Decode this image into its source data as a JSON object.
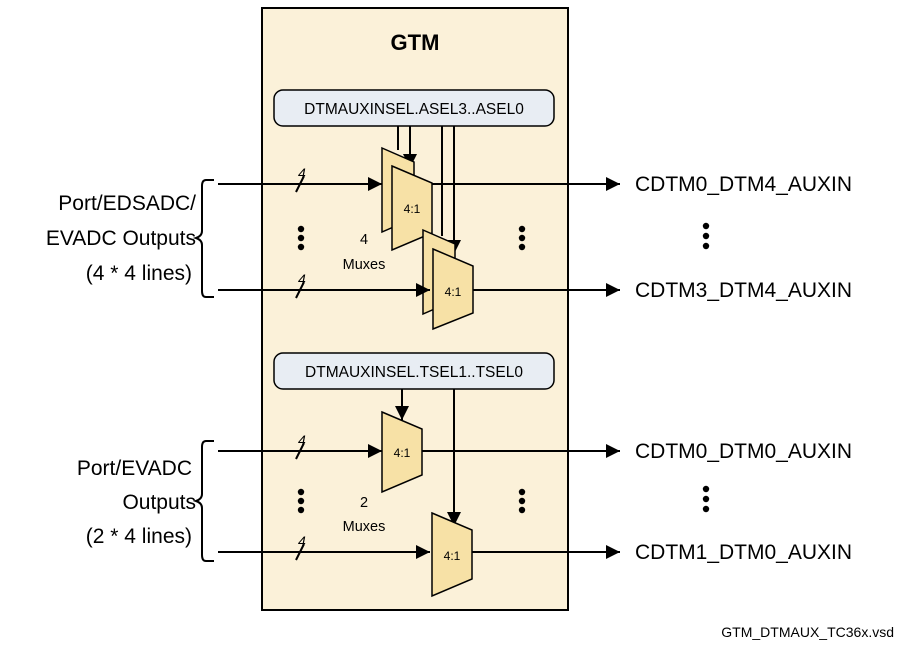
{
  "title": "GTM",
  "colors": {
    "block_fill": "#fbf1d9",
    "mux_fill": "#f7e1a6",
    "selector_fill": "#e8edf3"
  },
  "selectors": {
    "top": "DTMAUXINSEL.ASEL3..ASEL0",
    "bottom": "DTMAUXINSEL.TSEL1..TSEL0"
  },
  "mux_label": "4:1",
  "bus_width": "4",
  "groups": {
    "top": {
      "input_lines": [
        "Port/EDSADC/",
        "EVADC Outputs",
        "(4 * 4 lines)"
      ],
      "count": "4",
      "count_label": "Muxes",
      "outputs": [
        "CDTM0_DTM4_AUXIN",
        "CDTM3_DTM4_AUXIN"
      ]
    },
    "bottom": {
      "input_lines": [
        "Port/EVADC",
        "Outputs",
        "(2 * 4 lines)"
      ],
      "count": "2",
      "count_label": "Muxes",
      "outputs": [
        "CDTM0_DTM0_AUXIN",
        "CDTM1_DTM0_AUXIN"
      ]
    }
  },
  "footer": "GTM_DTMAUX_TC36x.vsd"
}
